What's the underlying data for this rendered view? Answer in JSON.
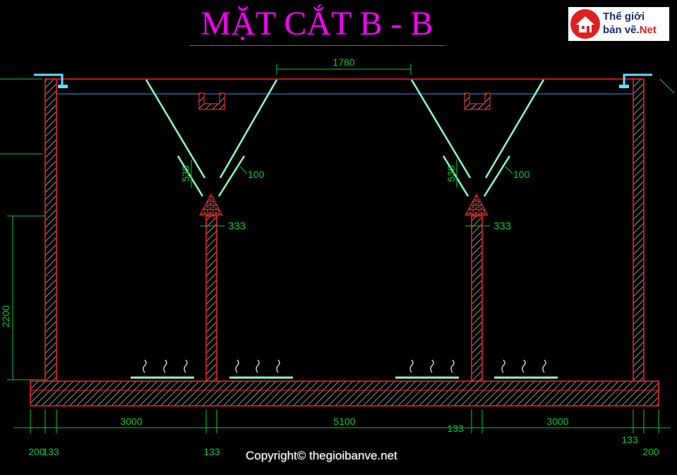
{
  "title": "MẶT CẮT B - B",
  "logo": {
    "line1": "Thế giới",
    "line2_main": "bản vẽ.",
    "line2_accent": "Net"
  },
  "copyright": "Copyright© thegioibanve.net",
  "colors": {
    "title": "#ff00ff",
    "dimension": "#00cc33",
    "section_outline": "#ff2020",
    "baffle": "#88ffcc",
    "water_line": "#2a9cff",
    "background": "#000000"
  },
  "dimensions": {
    "top_spacing": "1780",
    "baffle_height_left": "535",
    "baffle_height_right": "535",
    "baffle_gap_left": "100",
    "baffle_gap_right": "100",
    "wall_left_top": "333",
    "wall_right_top": "333",
    "left_height": "2200",
    "bottom_span_1": "3000",
    "bottom_span_2": "5100",
    "bottom_span_3": "3000",
    "wall_133_a": "133",
    "wall_133_b": "133",
    "wall_133_c": "133",
    "wall_133_d": "133",
    "edge_200_left": "200",
    "edge_200_right": "200"
  }
}
